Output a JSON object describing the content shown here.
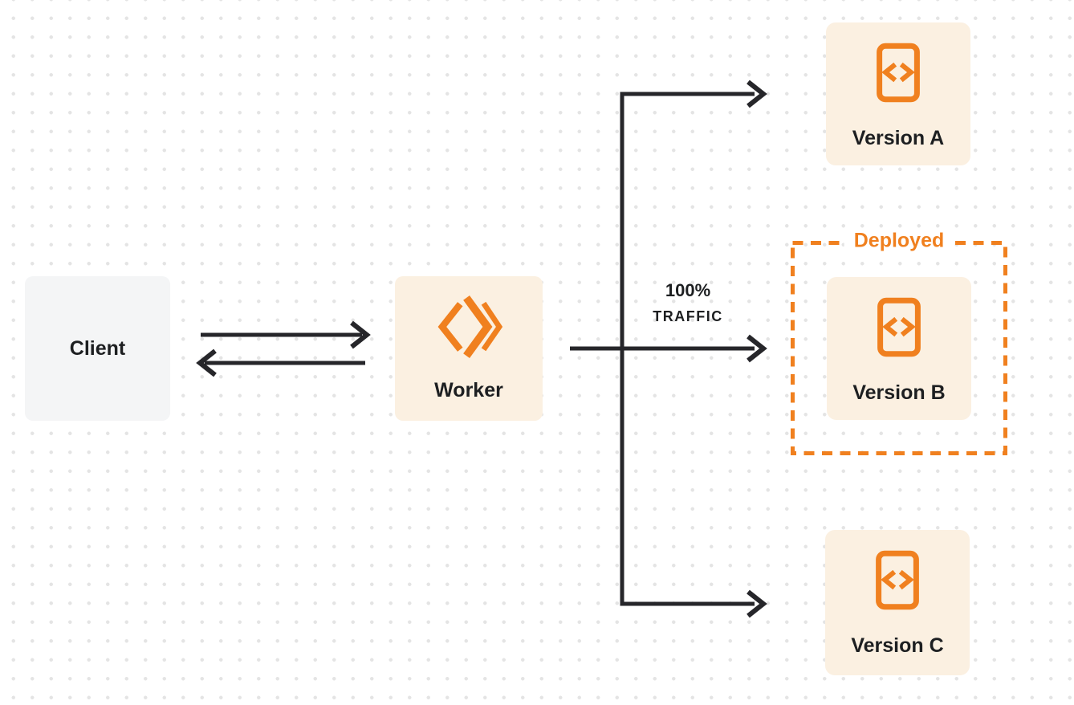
{
  "colors": {
    "accent_orange": "#F0801F",
    "node_cream": "#FBF0E1",
    "client_gray": "#F4F5F6",
    "arrow_dark": "#26262A",
    "text_dark": "#1D1F21",
    "dot_gray": "#E4E4E4"
  },
  "nodes": {
    "client": {
      "label": "Client"
    },
    "worker": {
      "label": "Worker",
      "icon": "worker-double-chevron-icon"
    },
    "version_a": {
      "label": "Version A",
      "icon": "code-file-icon"
    },
    "version_b": {
      "label": "Version B",
      "icon": "code-file-icon"
    },
    "version_c": {
      "label": "Version C",
      "icon": "code-file-icon"
    }
  },
  "annotations": {
    "deployed": "Deployed",
    "traffic_percent": "100%",
    "traffic_word": "TRAFFIC"
  }
}
